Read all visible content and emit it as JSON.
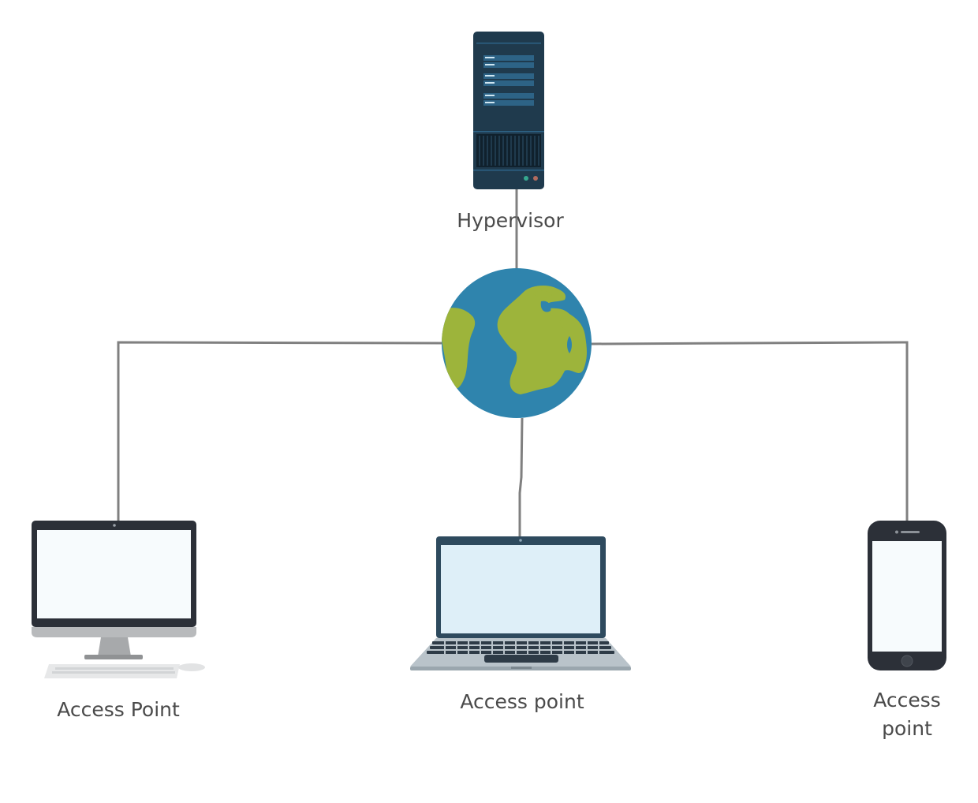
{
  "nodes": {
    "hypervisor": {
      "label": "Hypervisor",
      "icon": "server-icon"
    },
    "internet": {
      "icon": "globe-icon"
    },
    "desktop": {
      "label": "Access Point",
      "icon": "desktop-computer-icon"
    },
    "laptop": {
      "label": "Access point",
      "icon": "laptop-icon"
    },
    "phone": {
      "label": "Access\npoint",
      "icon": "smartphone-icon"
    }
  },
  "edges": [
    {
      "from": "hypervisor",
      "to": "internet"
    },
    {
      "from": "internet",
      "to": "desktop"
    },
    {
      "from": "internet",
      "to": "laptop"
    },
    {
      "from": "internet",
      "to": "phone"
    }
  ],
  "colors": {
    "connector": "#808080",
    "server_body": "#1f3a4d",
    "server_accent": "#2d6386",
    "globe_water": "#2f84ad",
    "globe_land": "#9db43b",
    "device_frame": "#2c3038",
    "screen": "#f7fbfd",
    "laptop_screen": "#deeff8",
    "label_text": "#4a4a4a"
  }
}
